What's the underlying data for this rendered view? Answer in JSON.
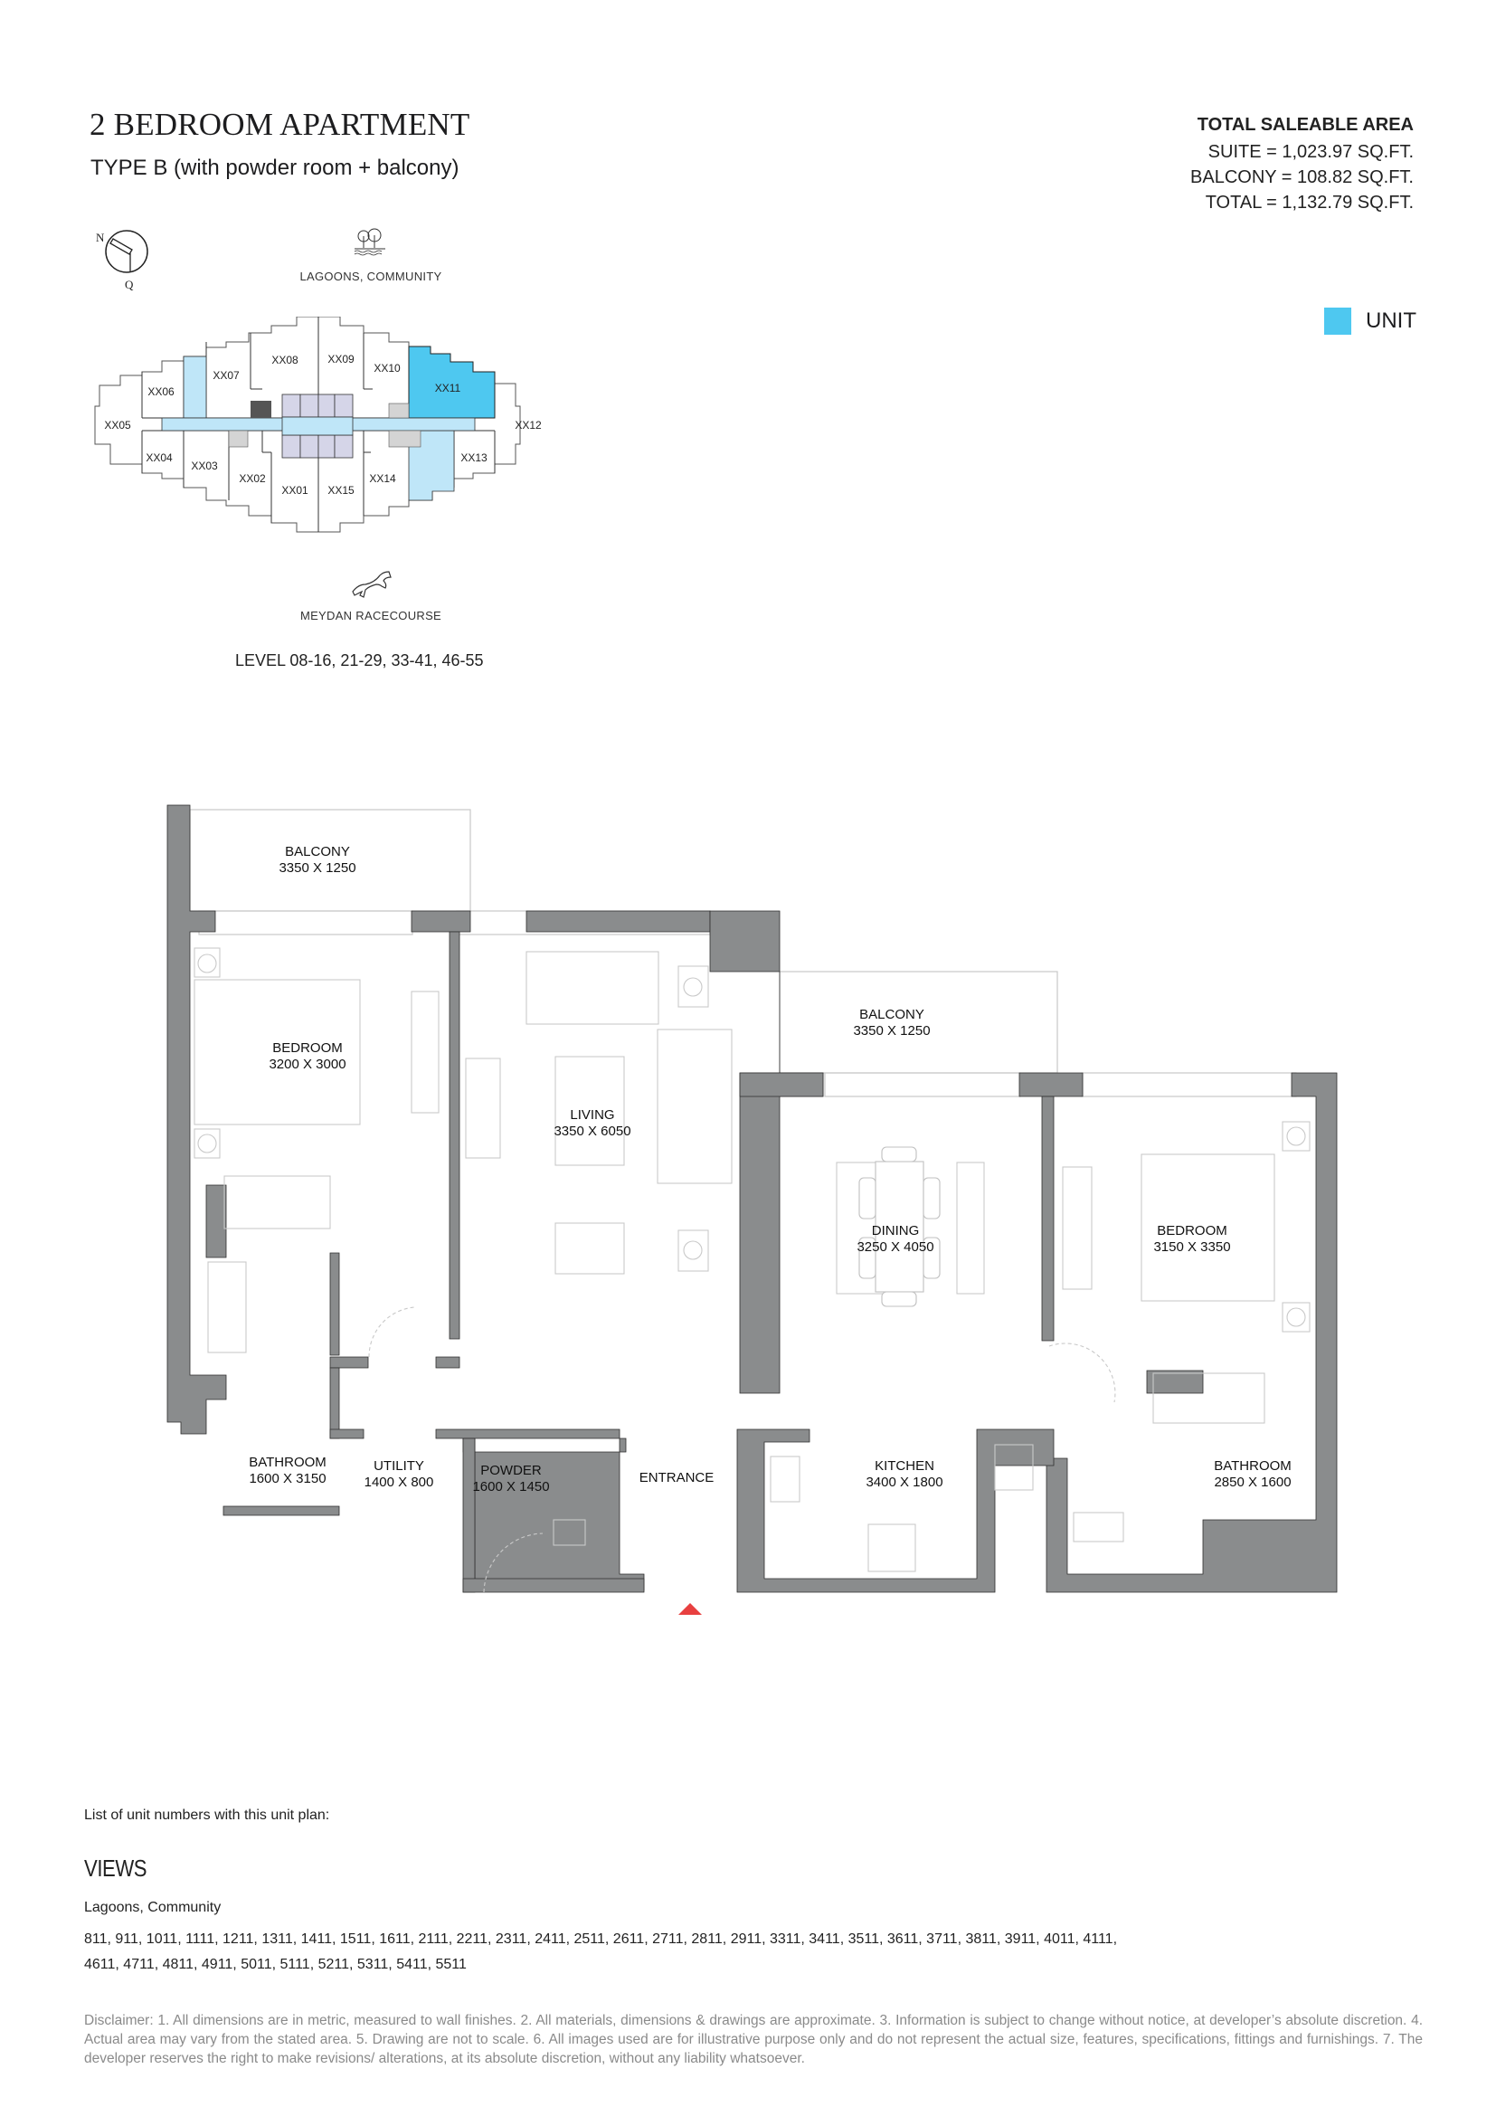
{
  "header": {
    "title": "2 BEDROOM APARTMENT",
    "subtitle": "TYPE B (with powder room + balcony)"
  },
  "area": {
    "heading": "TOTAL SALEABLE AREA",
    "suite": "SUITE = 1,023.97 SQ.FT.",
    "balcony": "BALCONY = 108.82 SQ.FT.",
    "total": "TOTAL = 1,132.79 SQ.FT."
  },
  "legend": {
    "label": "UNIT",
    "color": "#4ec8f0"
  },
  "key_plan": {
    "compass": {
      "north": "N",
      "south": "Q"
    },
    "top_view_label": "LAGOONS, COMMUNITY",
    "bottom_view_label": "MEYDAN RACECOURSE",
    "level": "LEVEL 08-16, 21-29, 33-41, 46-55",
    "units": [
      "XX01",
      "XX02",
      "XX03",
      "XX04",
      "XX05",
      "XX06",
      "XX07",
      "XX08",
      "XX09",
      "XX10",
      "XX11",
      "XX12",
      "XX13",
      "XX14",
      "XX15"
    ],
    "highlighted_unit": "XX11",
    "colors": {
      "unit": "#4ec8f0",
      "corridor": "#bfe6f8",
      "core": "#d5d5e8",
      "service": "#d4d4d4",
      "dark": "#555555"
    }
  },
  "floor_plan": {
    "rooms": [
      {
        "name": "BALCONY",
        "size": "3350 X 1250"
      },
      {
        "name": "BEDROOM",
        "size": "3200 X 3000"
      },
      {
        "name": "LIVING",
        "size": "3350 X 6050"
      },
      {
        "name": "BALCONY",
        "size": "3350 X 1250"
      },
      {
        "name": "DINING",
        "size": "3250 X 4050"
      },
      {
        "name": "BEDROOM",
        "size": "3150 X 3350"
      },
      {
        "name": "BATHROOM",
        "size": "1600 X 3150"
      },
      {
        "name": "UTILITY",
        "size": "1400 X 800"
      },
      {
        "name": "POWDER",
        "size": "1600 X 1450"
      },
      {
        "name": "ENTRANCE",
        "size": ""
      },
      {
        "name": "KITCHEN",
        "size": "3400 X 1800"
      },
      {
        "name": "BATHROOM",
        "size": "2850 X 1600"
      }
    ],
    "wall_color": "#8a8c8d",
    "entrance_marker_color": "#e84040",
    "compass": {
      "north": "N",
      "south": "Q"
    }
  },
  "units_section": {
    "list_label": "List of unit numbers with this unit plan:",
    "views_heading": "VIEWS",
    "view_name": "Lagoons, Community",
    "unit_numbers_line1": "811, 911, 1011, 1111, 1211, 1311, 1411, 1511, 1611, 2111, 2211, 2311, 2411, 2511, 2611, 2711, 2811, 2911, 3311, 3411, 3511, 3611, 3711, 3811, 3911, 4011, 4111,",
    "unit_numbers_line2": "4611, 4711, 4811, 4911, 5011, 5111, 5211, 5311, 5411, 5511"
  },
  "disclaimer": "Disclaimer: 1. All dimensions are in metric, measured to wall finishes. 2. All materials, dimensions & drawings are approximate. 3. Information is subject to change without notice, at developer’s absolute discretion. 4. Actual area may vary from the stated area. 5. Drawing are not to scale. 6. All images used are for illustrative purpose only and do not represent the actual size, features, specifications, fittings and furnishings. 7. The developer reserves the right to make revisions/ alterations, at its absolute discretion, without any liability whatsoever."
}
